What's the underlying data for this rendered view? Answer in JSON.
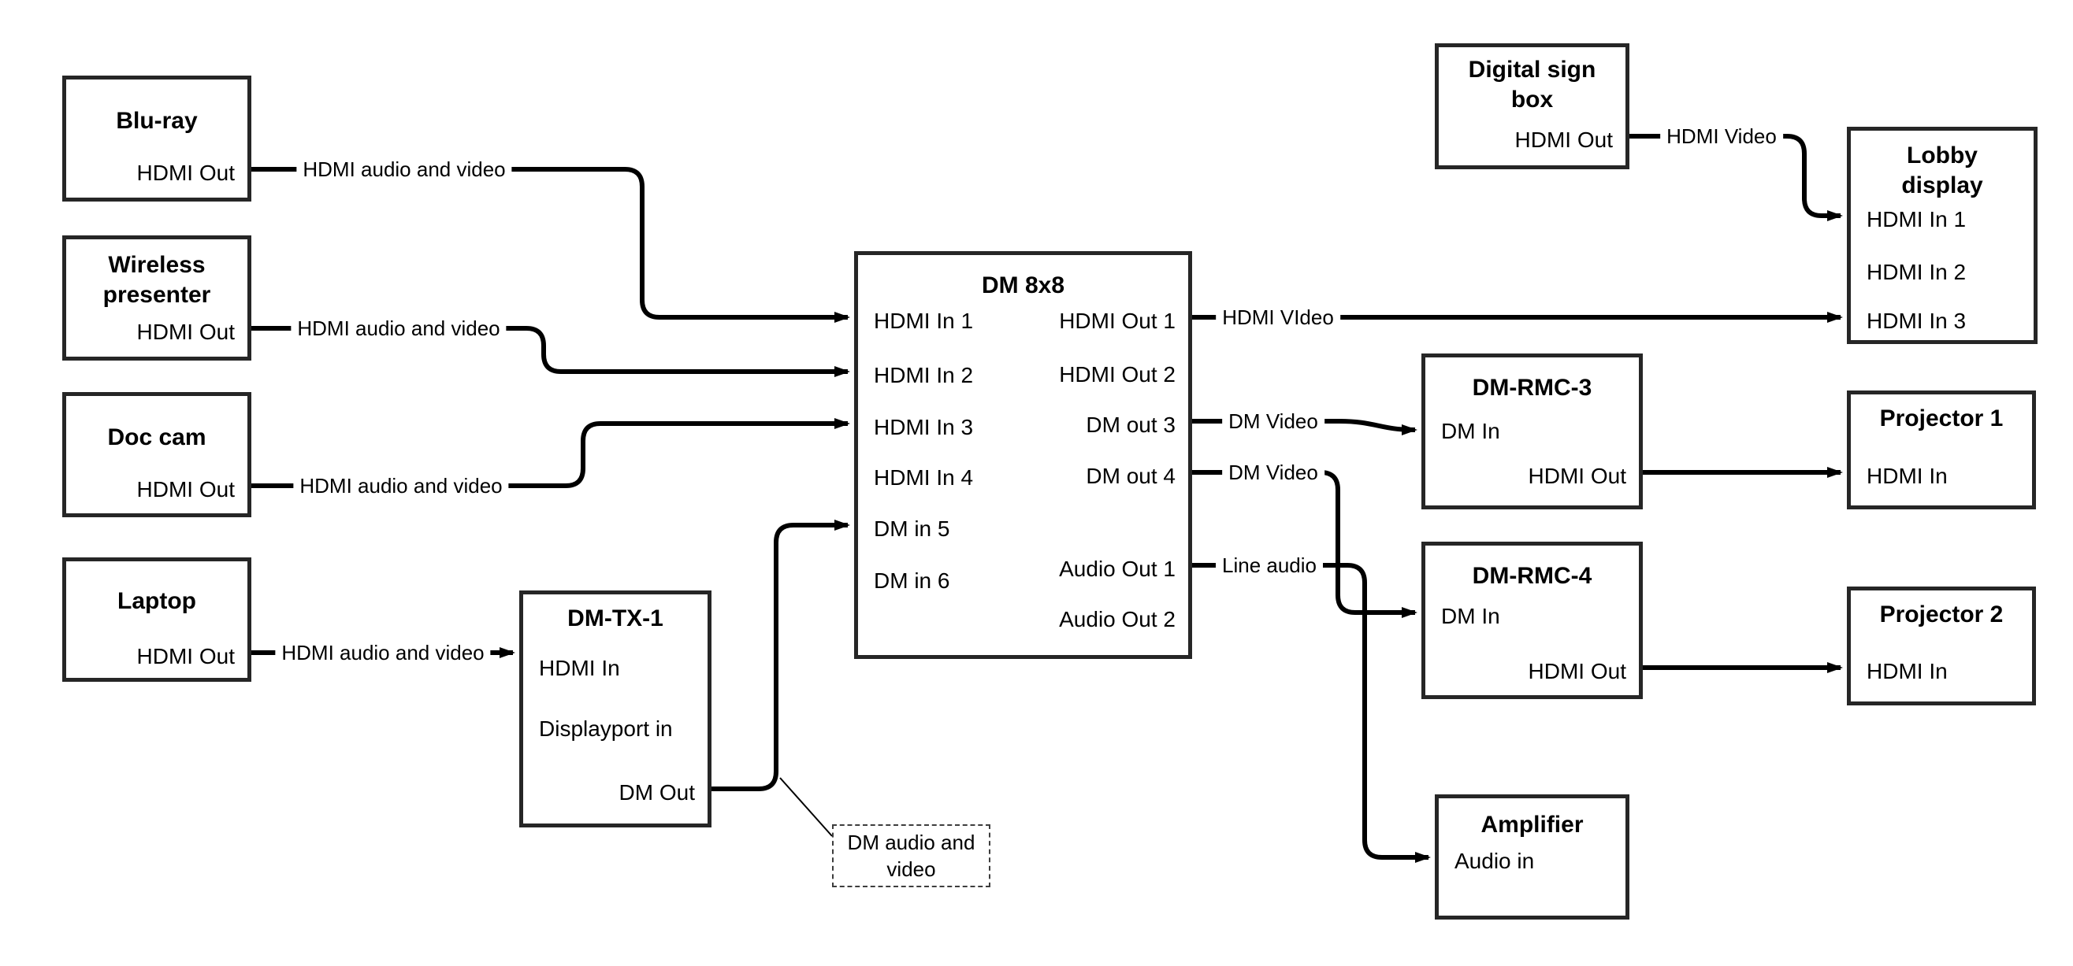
{
  "diagram": {
    "colors": {
      "wire": "#000000",
      "box_border": "#262626",
      "background": "#ffffff"
    },
    "nodes": {
      "bluray": {
        "title": "Blu-ray",
        "port_hdmi_out": "HDMI Out"
      },
      "wireless_presenter": {
        "title": "Wireless presenter",
        "port_hdmi_out": "HDMI Out"
      },
      "doc_cam": {
        "title": "Doc cam",
        "port_hdmi_out": "HDMI Out"
      },
      "laptop": {
        "title": "Laptop",
        "port_hdmi_out": "HDMI Out"
      },
      "dm_tx_1": {
        "title": "DM-TX-1",
        "port_hdmi_in": "HDMI In",
        "port_displayport_in": "Displayport in",
        "port_dm_out": "DM Out"
      },
      "dm_8x8": {
        "title": "DM 8x8",
        "inputs": [
          "HDMI In 1",
          "HDMI In 2",
          "HDMI In 3",
          "HDMI In 4",
          "DM in 5",
          "DM in 6"
        ],
        "outputs": [
          "HDMI Out 1",
          "HDMI Out 2",
          "DM out 3",
          "DM out 4",
          "Audio Out 1",
          "Audio Out 2"
        ]
      },
      "digital_sign_box": {
        "title": "Digital sign box",
        "port_hdmi_out": "HDMI Out"
      },
      "lobby_display": {
        "title": "Lobby display",
        "ports": [
          "HDMI In 1",
          "HDMI In 2",
          "HDMI In 3"
        ]
      },
      "dm_rmc_3": {
        "title": "DM-RMC-3",
        "port_dm_in": "DM In",
        "port_hdmi_out": "HDMI Out"
      },
      "projector_1": {
        "title": "Projector 1",
        "port_hdmi_in": "HDMI In"
      },
      "dm_rmc_4": {
        "title": "DM-RMC-4",
        "port_dm_in": "DM In",
        "port_hdmi_out": "HDMI Out"
      },
      "projector_2": {
        "title": "Projector 2",
        "port_hdmi_in": "HDMI In"
      },
      "amplifier": {
        "title": "Amplifier",
        "port_audio_in": "Audio in"
      }
    },
    "wire_labels": {
      "bluray_to_dm": "HDMI audio and video",
      "wireless_to_dm": "HDMI audio and video",
      "doccam_to_dm": "HDMI audio and video",
      "laptop_to_tx": "HDMI audio and video",
      "hdmi_out1": "HDMI VIdeo",
      "sign_to_lobby": "HDMI Video",
      "dm_out3": "DM Video",
      "dm_out4": "DM Video",
      "audio_out1": "Line audio"
    },
    "note": {
      "text": "DM audio and video"
    }
  }
}
